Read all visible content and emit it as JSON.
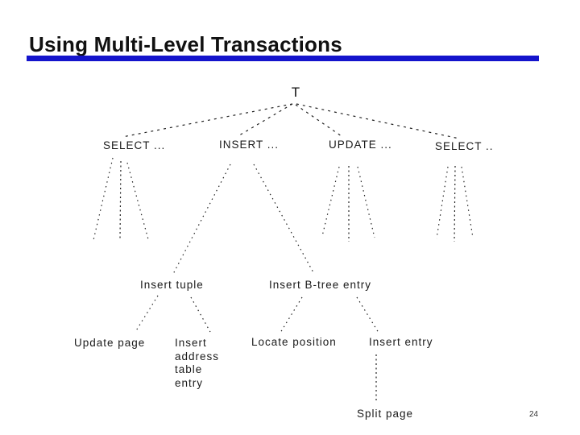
{
  "slide": {
    "title": "Using Multi-Level Transactions",
    "page_number": "24",
    "accent_color": "#1414cc",
    "background_color": "#ffffff"
  },
  "tree": {
    "root": {
      "label": "T"
    },
    "level2": [
      {
        "label": "SELECT ..."
      },
      {
        "label": "INSERT ..."
      },
      {
        "label": "UPDATE ..."
      },
      {
        "label": "SELECT .."
      }
    ],
    "level3": [
      {
        "label": "Insert tuple"
      },
      {
        "label": "Insert B-tree entry"
      }
    ],
    "level4": [
      {
        "label": "Update page"
      },
      {
        "label": "Insert address table entry"
      },
      {
        "label": "Locate position"
      },
      {
        "label": "Insert entry"
      }
    ],
    "level5": [
      {
        "label": "Split page"
      }
    ]
  }
}
